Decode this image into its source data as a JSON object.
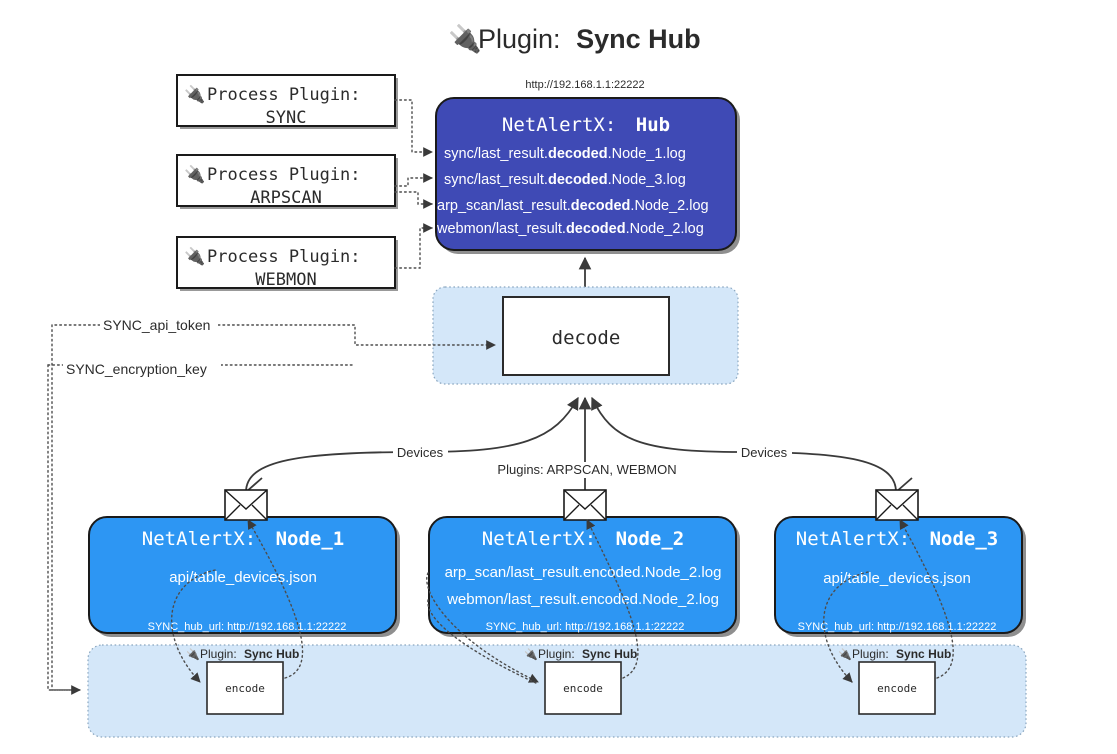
{
  "page": {
    "title_prefix": "Plugin:",
    "title_name": "Sync Hub",
    "plug_icon": "🔌"
  },
  "colors": {
    "hub_fill": "#3f4ab5",
    "node_fill": "#2d96f3",
    "group_fill": "#d4e7f9",
    "box_fill": "#ffffff",
    "stroke": "#1a1a1a",
    "text_dark": "#2b2b2b",
    "text_light": "#ffffff"
  },
  "process_plugins": [
    {
      "name": "process-plugin-sync",
      "line1": "Process Plugin:",
      "line2": "SYNC",
      "icon": "plug-icon"
    },
    {
      "name": "process-plugin-arpscan",
      "line1": "Process Plugin:",
      "line2": "ARPSCAN",
      "icon": "plug-icon"
    },
    {
      "name": "process-plugin-webmon",
      "line1": "Process Plugin:",
      "line2": "WEBMON",
      "icon": "plug-icon"
    }
  ],
  "hub": {
    "url": "http://192.168.1.1:22222",
    "title_prefix": "NetAlertX:",
    "title_name": "Hub",
    "logs": [
      {
        "pre": "sync/last_result.",
        "mid": "decoded",
        "post": ".Node_1.log"
      },
      {
        "pre": "sync/last_result.",
        "mid": "decoded",
        "post": ".Node_3.log"
      },
      {
        "pre": "arp_scan/last_result.",
        "mid": "decoded",
        "post": ".Node_2.log"
      },
      {
        "pre": "webmon/last_result.",
        "mid": "decoded",
        "post": ".Node_2.log"
      }
    ]
  },
  "decode": {
    "label": "decode"
  },
  "settings": {
    "api_token": "SYNC_api_token",
    "encryption_key": "SYNC_encryption_key"
  },
  "edge_labels": {
    "devices_left": "Devices",
    "plugins_center": "Plugins: ARPSCAN, WEBMON",
    "devices_right": "Devices"
  },
  "nodes": [
    {
      "name": "node-1",
      "title_prefix": "NetAlertX:",
      "title_name": "Node_1",
      "lines": [
        {
          "pre": "api/table_devices.json",
          "mid": "",
          "post": ""
        }
      ],
      "hub_url_label": "SYNC_hub_url: http://192.168.1.1:22222",
      "plugin_label_prefix": "Plugin:",
      "plugin_label_name": "Sync Hub",
      "encode_label": "encode",
      "envelope_icon": "envelope-icon"
    },
    {
      "name": "node-2",
      "title_prefix": "NetAlertX:",
      "title_name": "Node_2",
      "lines": [
        {
          "pre": "arp_scan/last_result.encoded.Node_2.log",
          "mid": "",
          "post": ""
        },
        {
          "pre": "webmon/last_result.encoded.Node_2.log",
          "mid": "",
          "post": ""
        }
      ],
      "hub_url_label": "SYNC_hub_url: http://192.168.1.1:22222",
      "plugin_label_prefix": "Plugin:",
      "plugin_label_name": "Sync Hub",
      "encode_label": "encode",
      "envelope_icon": "envelope-icon"
    },
    {
      "name": "node-3",
      "title_prefix": "NetAlertX:",
      "title_name": "Node_3",
      "lines": [
        {
          "pre": "api/table_devices.json",
          "mid": "",
          "post": ""
        }
      ],
      "hub_url_label": "SYNC_hub_url: http://192.168.1.1:22222",
      "plugin_label_prefix": "Plugin:",
      "plugin_label_name": "Sync Hub",
      "encode_label": "encode",
      "envelope_icon": "envelope-icon"
    }
  ]
}
